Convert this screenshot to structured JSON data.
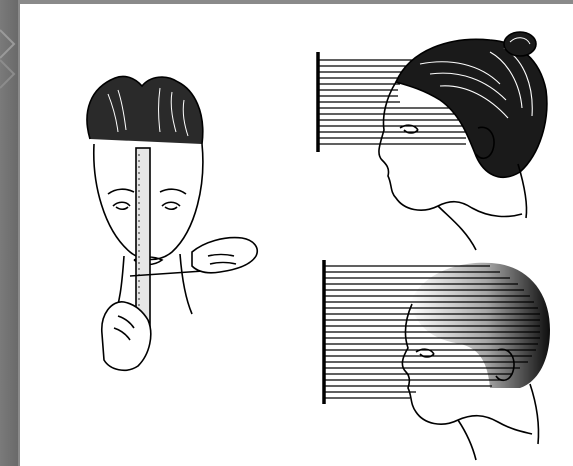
{
  "slide": {
    "background_color": "#ffffff",
    "frame_color": "#6f6f6f",
    "figures": [
      {
        "name": "front-face-measuring"
      },
      {
        "name": "side-profile-updo"
      },
      {
        "name": "side-profile-short"
      }
    ]
  }
}
